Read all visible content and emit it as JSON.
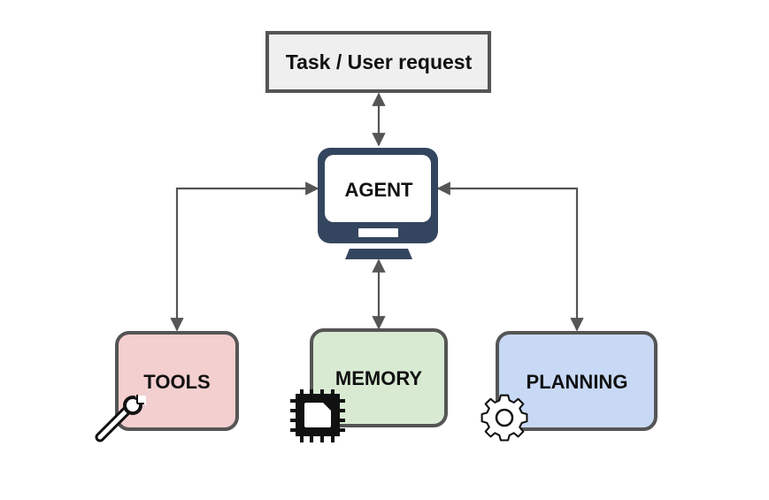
{
  "diagram": {
    "task": {
      "label": "Task / User request",
      "fill": "#efefef"
    },
    "agent": {
      "label": "AGENT",
      "monitor_color": "#34465f"
    },
    "tools": {
      "label": "TOOLS",
      "fill": "#f3cfcf",
      "icon": "wrench-icon"
    },
    "memory": {
      "label": "MEMORY",
      "fill": "#d8ead2",
      "icon": "chip-icon"
    },
    "planning": {
      "label": "PLANNING",
      "fill": "#c8d9f6",
      "icon": "gear-icon"
    },
    "connector_color": "#555555",
    "box_border_color": "#555555"
  }
}
